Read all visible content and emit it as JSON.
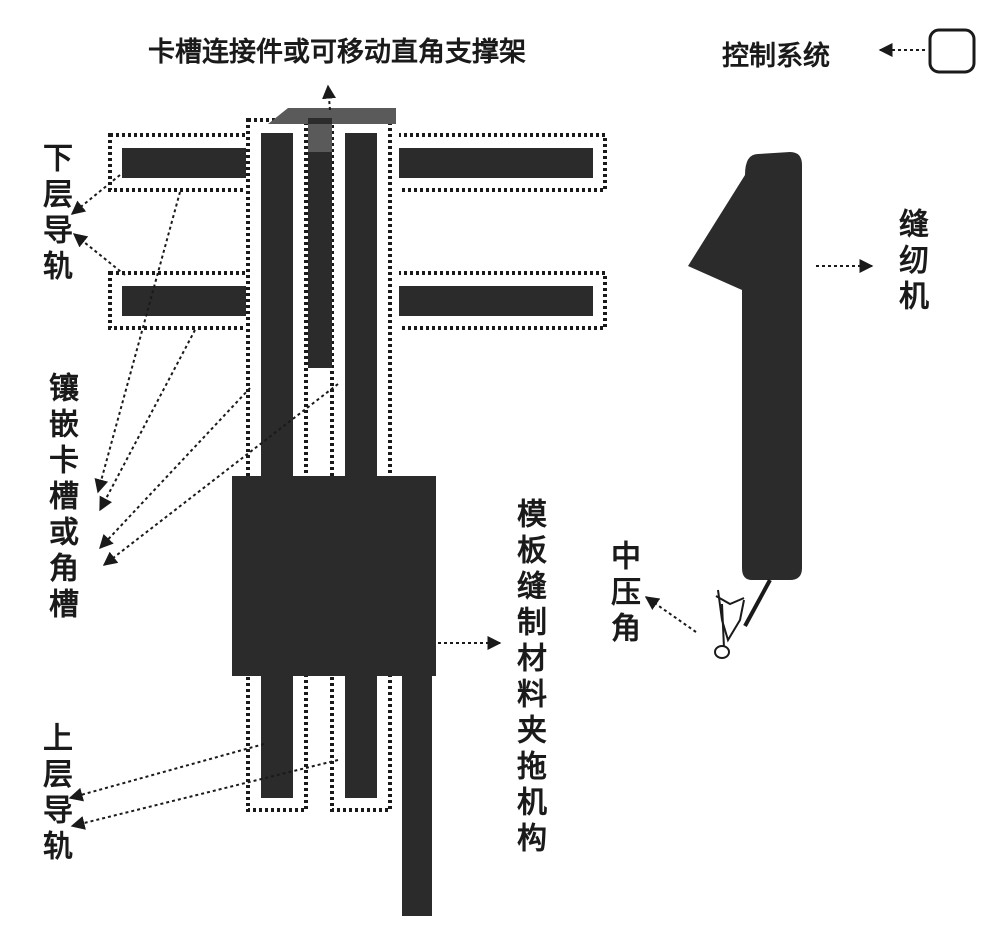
{
  "labels": {
    "connector": "卡槽连接件或可移动直角支撑架",
    "control_system": "控制系统",
    "lower_rail": "下层导轨",
    "inlay_slot": "镶嵌卡槽或角槽",
    "upper_rail": "上层导轨",
    "template_clamp": "模板缝制材料夹拖机构",
    "sewing_machine": "缝纫机",
    "presser_foot": "中压角"
  },
  "colors": {
    "part_fill": "#2b2b2b",
    "connector_fill": "#5a5a5a",
    "dotted_outline": "#1a1a1a",
    "background": "#ffffff"
  }
}
